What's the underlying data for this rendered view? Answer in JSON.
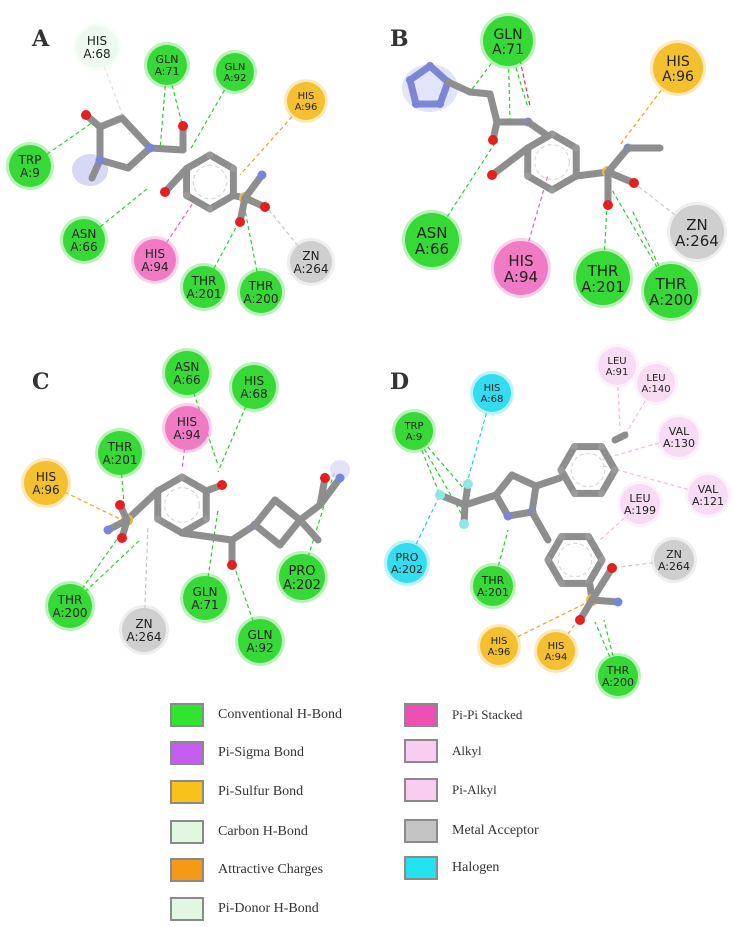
{
  "panels": [
    {
      "letter": "A",
      "residues": [
        {
          "name": "HIS",
          "num": "A:68",
          "type": "carbon"
        },
        {
          "name": "GLN",
          "num": "A:71",
          "type": "hbond"
        },
        {
          "name": "GLN",
          "num": "A:92",
          "type": "hbond"
        },
        {
          "name": "HIS",
          "num": "A:96",
          "type": "sulfur"
        },
        {
          "name": "TRP",
          "num": "A:9",
          "type": "hbond"
        },
        {
          "name": "ASN",
          "num": "A:66",
          "type": "hbond"
        },
        {
          "name": "HIS",
          "num": "A:94",
          "type": "pipi"
        },
        {
          "name": "THR",
          "num": "A:201",
          "type": "hbond"
        },
        {
          "name": "THR",
          "num": "A:200",
          "type": "hbond"
        },
        {
          "name": "ZN",
          "num": "A:264",
          "type": "metal"
        }
      ]
    },
    {
      "letter": "B",
      "residues": [
        {
          "name": "GLN",
          "num": "A:71",
          "type": "hbond"
        },
        {
          "name": "HIS",
          "num": "A:96",
          "type": "sulfur"
        },
        {
          "name": "ASN",
          "num": "A:66",
          "type": "hbond"
        },
        {
          "name": "HIS",
          "num": "A:94",
          "type": "pipi"
        },
        {
          "name": "THR",
          "num": "A:201",
          "type": "hbond"
        },
        {
          "name": "THR",
          "num": "A:200",
          "type": "hbond"
        },
        {
          "name": "ZN",
          "num": "A:264",
          "type": "metal"
        }
      ]
    },
    {
      "letter": "C",
      "residues": [
        {
          "name": "ASN",
          "num": "A:66",
          "type": "hbond"
        },
        {
          "name": "HIS",
          "num": "A:68",
          "type": "hbond"
        },
        {
          "name": "HIS",
          "num": "A:94",
          "type": "pipi"
        },
        {
          "name": "THR",
          "num": "A:201",
          "type": "hbond"
        },
        {
          "name": "HIS",
          "num": "A:96",
          "type": "sulfur"
        },
        {
          "name": "PRO",
          "num": "A:202",
          "type": "hbond"
        },
        {
          "name": "GLN",
          "num": "A:71",
          "type": "hbond"
        },
        {
          "name": "THR",
          "num": "A:200",
          "type": "hbond"
        },
        {
          "name": "ZN",
          "num": "A:264",
          "type": "metal"
        },
        {
          "name": "GLN",
          "num": "A:92",
          "type": "hbond"
        }
      ]
    },
    {
      "letter": "D",
      "residues": [
        {
          "name": "LEU",
          "num": "A:91",
          "type": "alkyl"
        },
        {
          "name": "LEU",
          "num": "A:140",
          "type": "alkyl"
        },
        {
          "name": "HIS",
          "num": "A:68",
          "type": "halogen"
        },
        {
          "name": "TRP",
          "num": "A:9",
          "type": "hbond"
        },
        {
          "name": "VAL",
          "num": "A:130",
          "type": "alkyl"
        },
        {
          "name": "VAL",
          "num": "A:121",
          "type": "alkyl"
        },
        {
          "name": "LEU",
          "num": "A:199",
          "type": "alkyl"
        },
        {
          "name": "PRO",
          "num": "A:202",
          "type": "halogen"
        },
        {
          "name": "ZN",
          "num": "A:264",
          "type": "metal"
        },
        {
          "name": "THR",
          "num": "A:201",
          "type": "hbond"
        },
        {
          "name": "HIS",
          "num": "A:96",
          "type": "sulfur"
        },
        {
          "name": "HIS",
          "num": "A:94",
          "type": "sulfur"
        },
        {
          "name": "THR",
          "num": "A:200",
          "type": "hbond"
        }
      ]
    }
  ],
  "legend": {
    "left": [
      {
        "label": "Conventional H-Bond",
        "color": "#2ee62e"
      },
      {
        "label": "Pi-Sigma Bond",
        "color": "#c45cf0"
      },
      {
        "label": "Pi-Sulfur Bond",
        "color": "#f7c21a"
      },
      {
        "label": "Carbon H-Bond",
        "color": "#e2f7e2"
      },
      {
        "label": "Attractive Charges",
        "color": "#f59a16"
      },
      {
        "label": "Pi-Donor H-Bond",
        "color": "#e2f7e2"
      }
    ],
    "right": [
      {
        "label": "Pi-Pi Stacked",
        "color": "#ef4fb4"
      },
      {
        "label": "Alkyl",
        "color": "#f9cdf1"
      },
      {
        "label": "Pi-Alkyl",
        "color": "#f9cdf1"
      },
      {
        "label": "Metal Acceptor",
        "color": "#c4c4c4"
      },
      {
        "label": "Halogen",
        "color": "#22e2f0"
      }
    ]
  },
  "colors": {
    "hbond": "#36d936",
    "sulfur": "#f5c030",
    "pipi": "#f07ac4",
    "metal": "#cfcfcf",
    "carbon": "#edf9ed",
    "alkyl": "#f8dcf4",
    "halogen": "#34dcf0",
    "bond_atom": "#8e8e8e",
    "oxygen": "#e22020",
    "nitrogen": "#7a84d8",
    "sulfur_atom": "#e8b84a",
    "fluorine": "#8fe6e6"
  },
  "icons": {
    "atom": "ball-stick-atom",
    "residue": "residue-disc"
  }
}
